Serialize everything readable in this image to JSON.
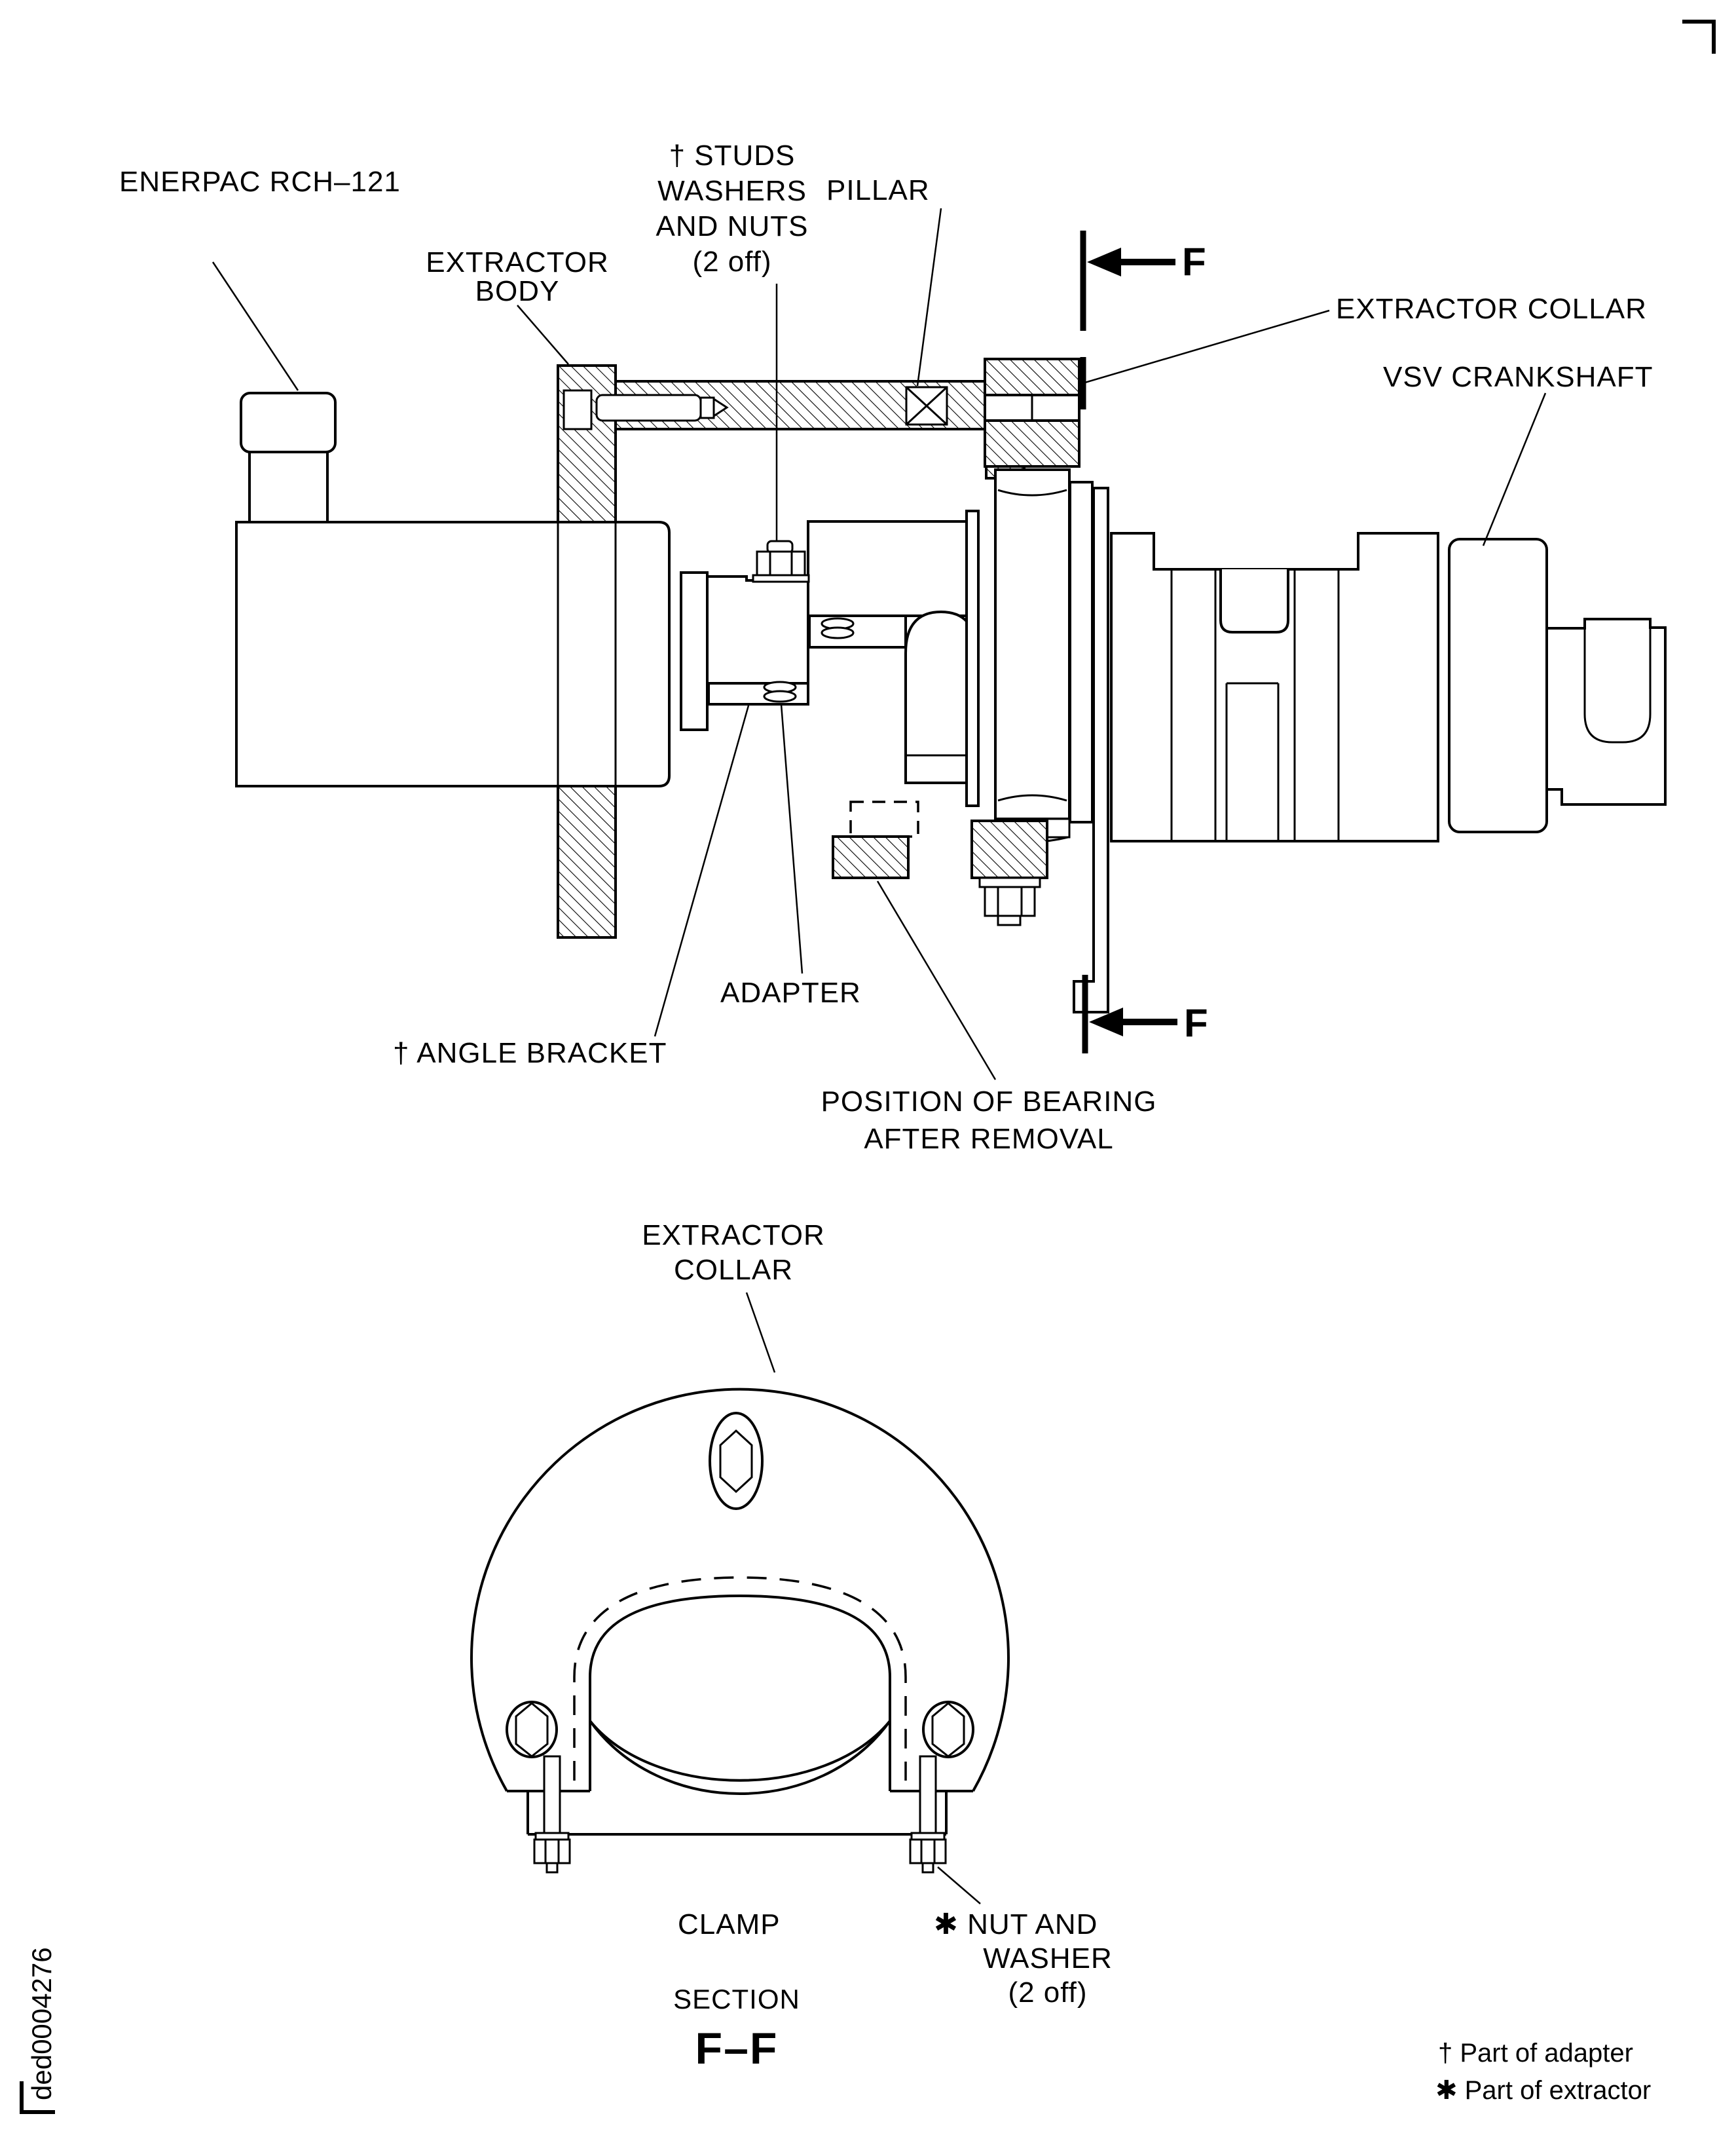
{
  "colors": {
    "ink": "#000000",
    "background": "#ffffff"
  },
  "drawing_id": "ded0004276",
  "labels": {
    "enerpac": "ENERPAC RCH–121",
    "extractor_body": {
      "l1": "EXTRACTOR",
      "l2": "BODY"
    },
    "studs": {
      "l1": "† STUDS",
      "l2": "WASHERS",
      "l3": "AND NUTS",
      "l4": "(2 off)"
    },
    "pillar": "PILLAR",
    "extractor_collar": "EXTRACTOR COLLAR",
    "vsv_crankshaft": "VSV CRANKSHAFT",
    "adapter": "ADAPTER",
    "angle_bracket": "† ANGLE BRACKET",
    "position_bearing": {
      "l1": "POSITION OF BEARING",
      "l2": "AFTER REMOVAL"
    },
    "collar_section": {
      "l1": "EXTRACTOR",
      "l2": "COLLAR"
    },
    "clamp": "CLAMP",
    "nut_washer": {
      "l1": "✱ NUT AND",
      "l2": "WASHER",
      "l3": "(2 off)"
    },
    "section_title": {
      "l1": "SECTION",
      "l2": "F–F"
    },
    "plane_letter": "F",
    "footnote_adapter": "† Part of adapter",
    "footnote_extractor": "✱ Part of extractor"
  }
}
